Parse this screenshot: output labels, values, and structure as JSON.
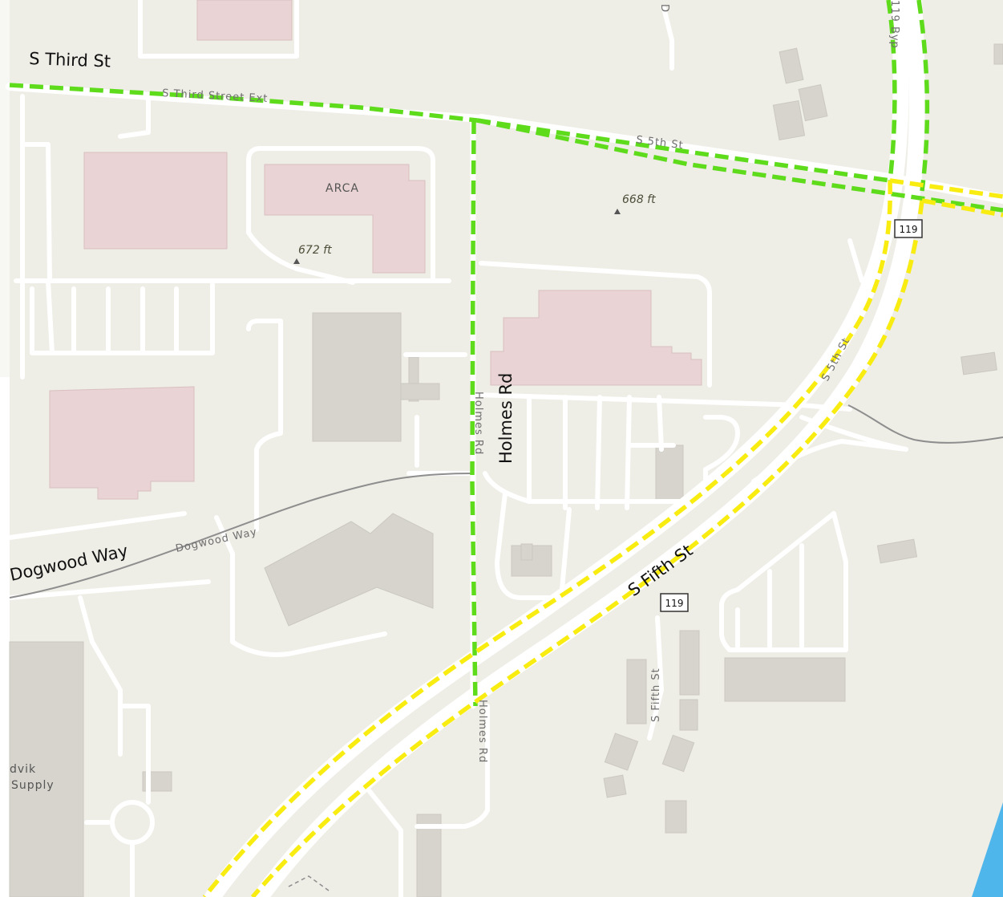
{
  "map": {
    "colors": {
      "land": "#eeede6",
      "road": "#ffffff",
      "building_gray": "#d6d4cc",
      "building_pink": "#e9d3d4",
      "route_green": "#5edc1c",
      "route_yellow": "#f8ec10",
      "water": "#4fb6ec"
    },
    "road_labels": {
      "s_third_st": "S Third St",
      "s_third_street_ext": "S Third Street Ext",
      "s_5th_st_top": "S 5th St",
      "holmes_rd_large": "Holmes Rd",
      "holmes_rd_small": "Holmes Rd",
      "holmes_rd_lower": "Holmes Rd",
      "dogwood_way_large": "Dogwood Way",
      "dogwood_way_small": "Dogwood Way",
      "s_fifth_st_large": "S Fifth St",
      "s_fifth_st_small": "S Fifth St",
      "s_5th_st_right": "S 5th St",
      "byp_top": "119 Byp",
      "top_partial": "D"
    },
    "poi_labels": {
      "arca": "ARCA",
      "supply_line1": "dvik",
      "supply_line2": "Supply"
    },
    "elevations": {
      "elev_668": "668 ft",
      "elev_672": "672 ft"
    },
    "route_shields": {
      "shield_upper": "119",
      "shield_lower": "119"
    }
  }
}
